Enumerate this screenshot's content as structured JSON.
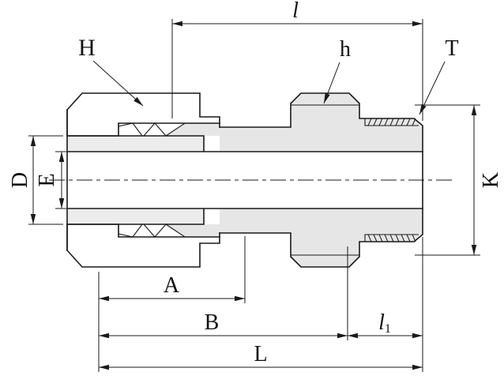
{
  "drawing": {
    "dimension_labels": {
      "top_length": "l",
      "nut": "H",
      "body_hex": "h",
      "thread": "T",
      "tube_od": "D",
      "bore": "E",
      "hex_flats": "K",
      "dim_a": "A",
      "dim_b": "B",
      "dim_l1_base": "l",
      "dim_l1_sub": "1",
      "overall_length": "L"
    },
    "colors": {
      "line": "#1a1a1a",
      "metal": "#e6e6e6",
      "tube_wall": "#ececec",
      "background": "#ffffff"
    }
  }
}
